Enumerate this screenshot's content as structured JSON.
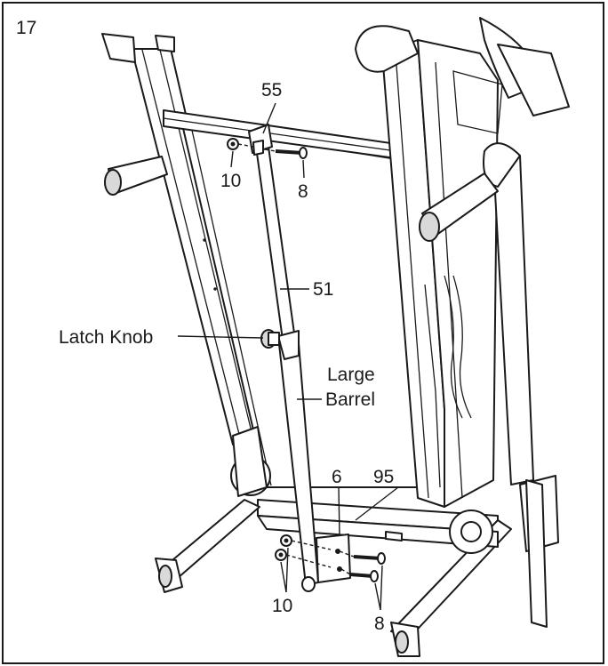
{
  "step_number": "17",
  "labels": {
    "part_55": "55",
    "part_10_top": "10",
    "part_8_top": "8",
    "part_51": "51",
    "latch_knob": "Latch Knob",
    "large_barrel_line1": "Large",
    "large_barrel_line2": "Barrel",
    "part_6": "6",
    "part_95": "95",
    "part_10_bottom": "10",
    "part_8_bottom": "8"
  }
}
